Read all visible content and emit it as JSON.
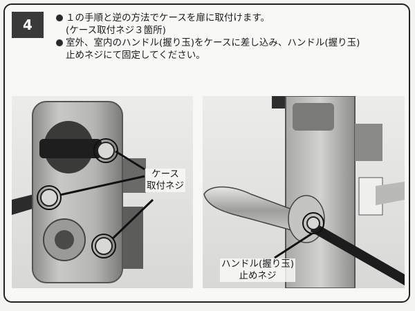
{
  "step": {
    "number": "4"
  },
  "instructions": [
    {
      "line1": "１の手順と逆の方法でケースを扉に取付けます。",
      "line2": "(ケース取付ネジ３箇所)"
    },
    {
      "line1": "室外、室内のハンドル(握り玉)をケースに差し込み、ハンドル(握り玉)",
      "line2": "止めネジにて固定してください。"
    }
  ],
  "callouts": {
    "case_screw": {
      "line1": "ケース",
      "line2": "取付ネジ"
    },
    "handle_screw": {
      "line1": "ハンドル(握り玉)",
      "line2": "止めネジ"
    }
  }
}
